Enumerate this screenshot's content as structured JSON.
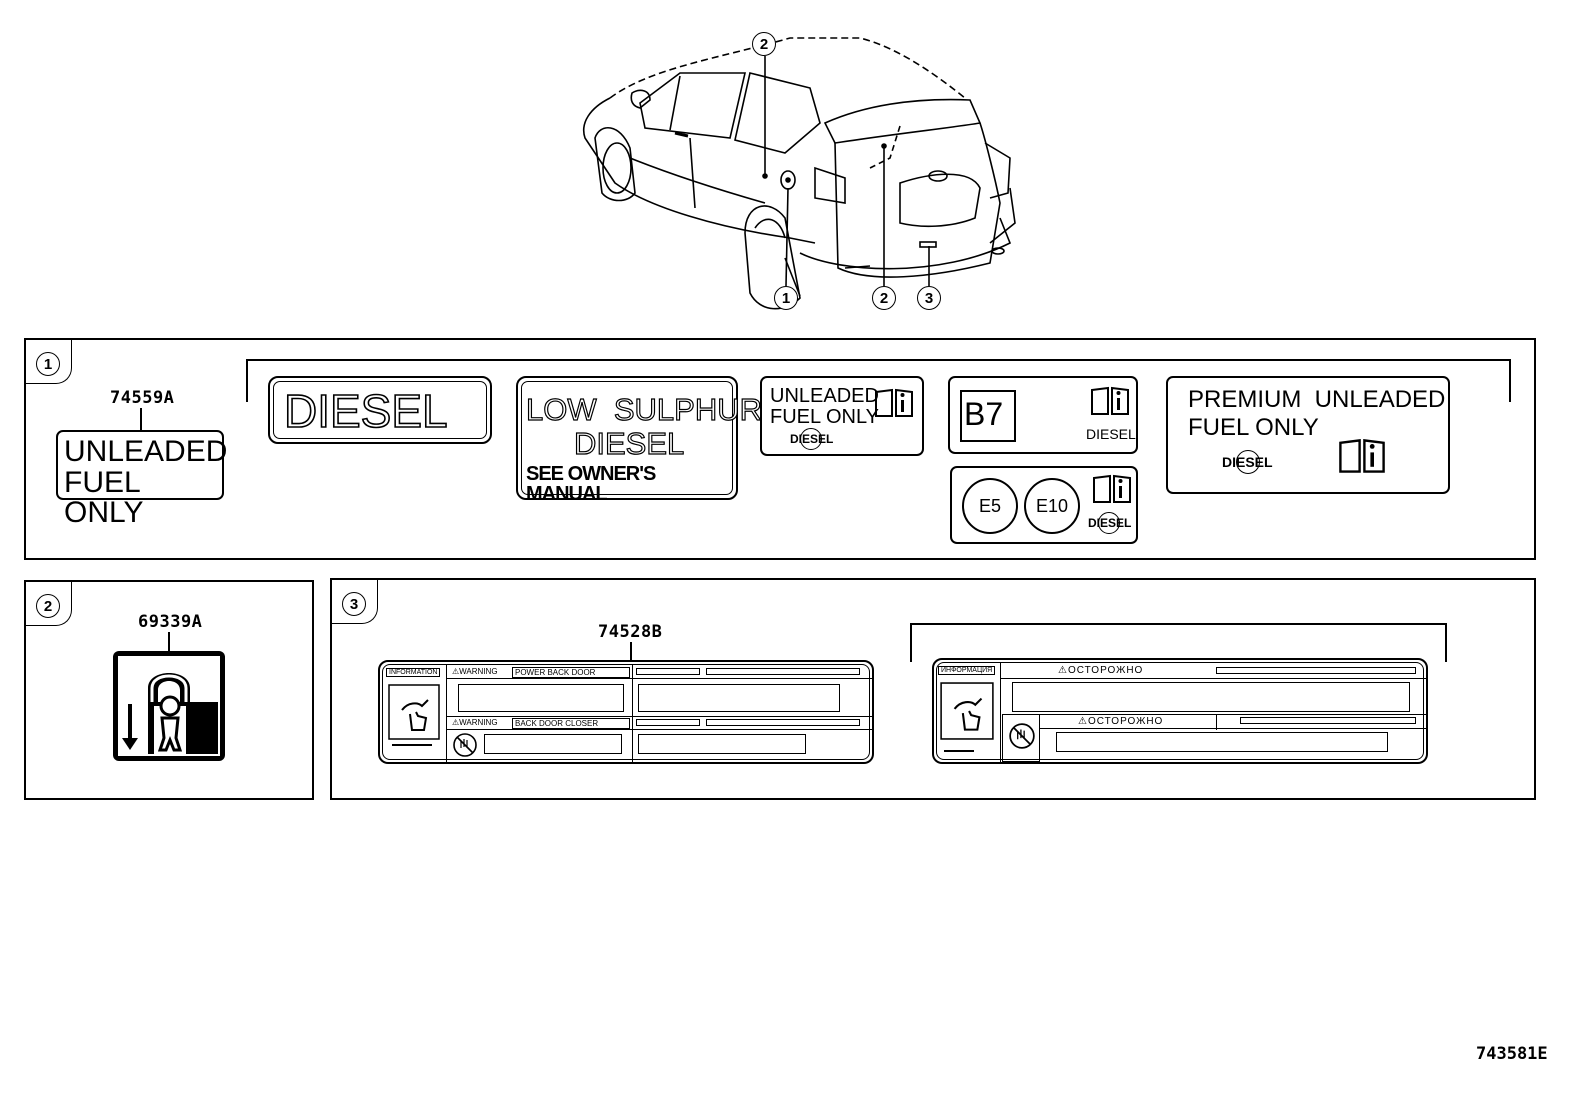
{
  "callouts": {
    "one": "1",
    "two": "2",
    "three": "3"
  },
  "panel1": {
    "callout": "1",
    "part_number": "74559A",
    "label_unleaded": [
      "UNLEADED",
      "FUEL ONLY"
    ],
    "label_diesel": "DIESEL",
    "label_low_sulphur": [
      "LOW  SULPHUR",
      "DIESEL",
      "SEE OWNER'S MANUAL"
    ],
    "label_unleaded_small": [
      "UNLEADED",
      "FUEL ONLY"
    ],
    "no_diesel_text": "DIESEL",
    "label_b7": "B7",
    "label_b7_sub": "DIESEL",
    "label_e5": "E5",
    "label_e10": "E10",
    "label_premium": [
      "PREMIUM  UNLEADED",
      "FUEL ONLY"
    ]
  },
  "panel2": {
    "callout": "2",
    "part_number": "69339A"
  },
  "panel3": {
    "callout": "3",
    "part_number": "74528B",
    "left_label": {
      "info": "INFORMATION",
      "warning1": "⚠WARNING",
      "warning1_text": "POWER  BACK  DOOR",
      "warning2": "⚠WARNING",
      "warning2_text": "BACK  DOOR  CLOSER"
    },
    "right_label": {
      "info": "ИНФОРМАЦИЯ",
      "warning1": "⚠ОСТОРОЖНО",
      "warning2": "⚠ОСТОРОЖНО"
    }
  },
  "figure_id": "743581E",
  "icons": [
    "info-book-icon",
    "no-diesel-icon",
    "child-lock-icon",
    "power-door-hand-icon",
    "no-hand-icon",
    "rear-car-illustration"
  ]
}
